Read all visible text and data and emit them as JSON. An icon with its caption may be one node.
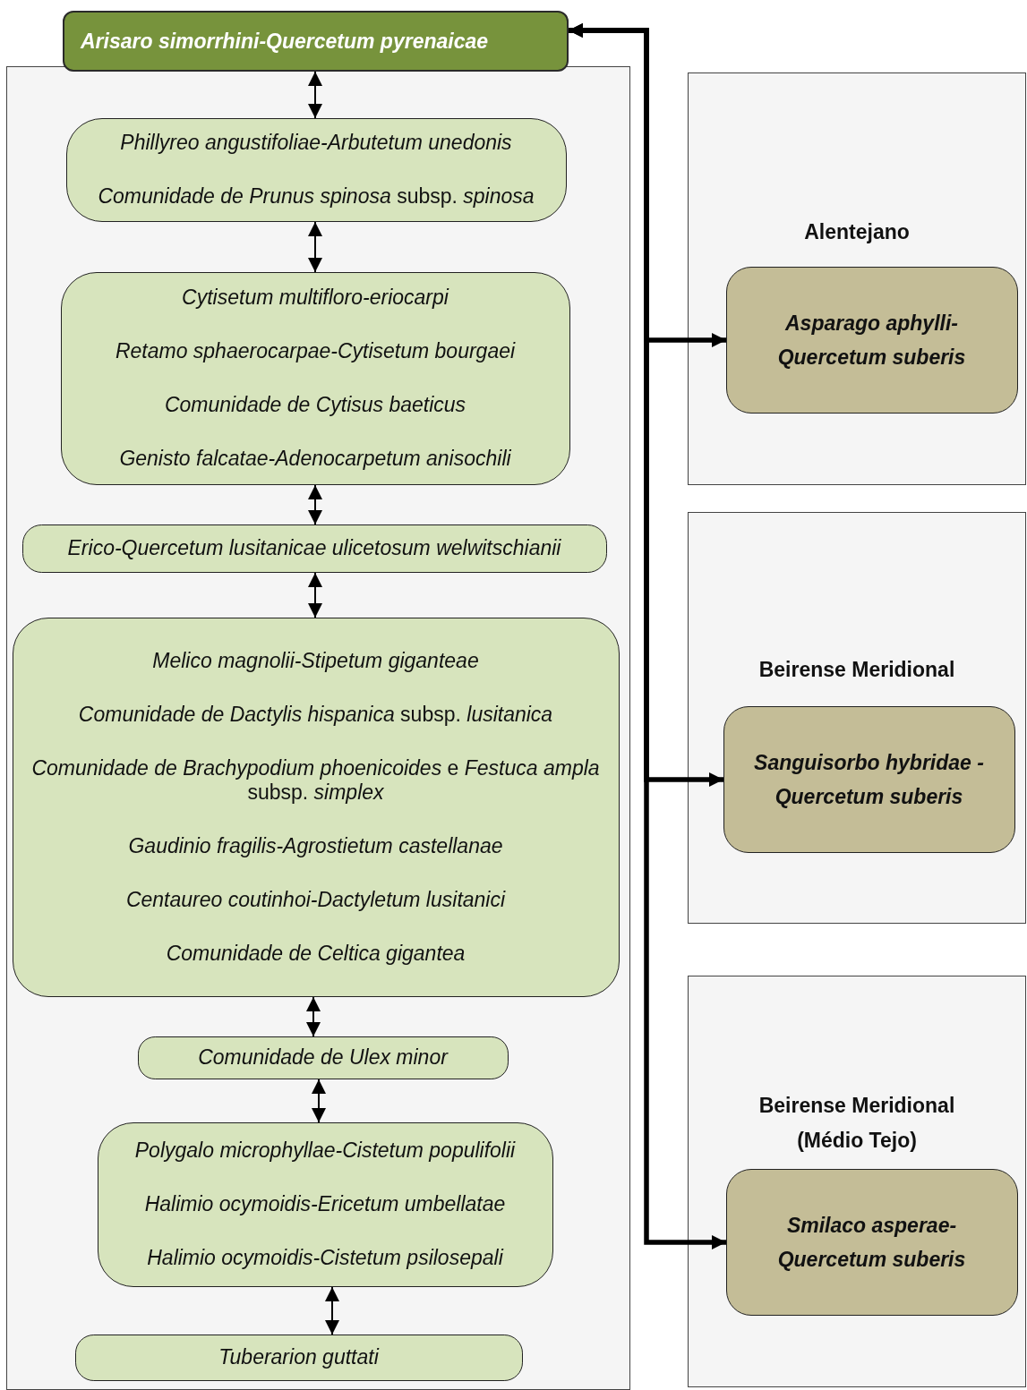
{
  "diagram": {
    "nodes": [
      {
        "text": [
          "Arisaro simorrhini-Quercetum pyrenaicae"
        ]
      },
      {
        "text": [],
        "shape": "box"
      },
      {
        "text": [
          "Phillyreo angustifoliae-Arbutetum unedonis",
          "*Comunidade de Prunus spinosa* subsp. *spinosa*"
        ],
        "in": 1
      },
      {
        "text": [
          "Cytisetum multifloro-eriocarpi",
          "Retamo sphaerocarpae-Cytisetum bourgaei",
          "Comunidade de Cytisus baeticus",
          "Genisto falcatae-Adenocarpetum anisochili"
        ],
        "in": 1
      },
      {
        "text": [
          "Erico-Quercetum lusitanicae ulicetosum  welwitschianii"
        ],
        "in": 1
      },
      {
        "text": [
          "Melico magnolii-Stipetum giganteae",
          "*Comunidade de Dactylis hispanica* subsp. *lusitanica*",
          "*Comunidade de Brachypodium phoenicoides* e *Festuca ampla* subsp. *simplex*",
          "Gaudinio fragilis-Agrostietum castellanae",
          "Centaureo coutinhoi-Dactyletum lusitanici",
          "Comunidade de Celtica gigantea"
        ],
        "in": 1
      },
      {
        "text": [
          "Comunidade de Ulex minor"
        ],
        "in": 1
      },
      {
        "text": [
          "Polygalo microphyllae-Cistetum populifolii",
          "Halimio ocymoidis-Ericetum umbellatae",
          "Halimio ocymoidis-Cistetum psilosepali"
        ],
        "in": 1
      },
      {
        "text": [
          "Tuberarion guttati"
        ],
        "in": 1
      },
      {
        "text": [
          "Alentejano"
        ]
      },
      {
        "text": [
          "Asparago aphylli- Quercetum suberis"
        ],
        "in": 9
      },
      {
        "text": [
          "Beirense Meridional"
        ]
      },
      {
        "text": [
          "Sanguisorbo hybridae - Quercetum suberis"
        ],
        "in": 11
      },
      {
        "text": [
          "Beirense Meridional (Médio Tejo)"
        ]
      },
      {
        "text": [
          "Smilaco asperae- Quercetum suberis"
        ],
        "in": 13
      }
    ],
    "edges": [
      {
        "from": 0,
        "to": 2,
        "arrow": "both"
      },
      {
        "from": 2,
        "to": 3,
        "arrow": "both"
      },
      {
        "from": 3,
        "to": 4,
        "arrow": "both"
      },
      {
        "from": 4,
        "to": 5,
        "arrow": "both"
      },
      {
        "from": 5,
        "to": 6,
        "arrow": "both"
      },
      {
        "from": 6,
        "to": 7,
        "arrow": "both"
      },
      {
        "from": 7,
        "to": 8,
        "arrow": "both"
      },
      {
        "from": 0,
        "to": 10,
        "arrow": "both",
        "style": "thick"
      },
      {
        "from": 0,
        "to": 12,
        "arrow": "both",
        "style": "thick"
      },
      {
        "from": 0,
        "to": 14,
        "arrow": "both",
        "style": "thick"
      }
    ]
  }
}
